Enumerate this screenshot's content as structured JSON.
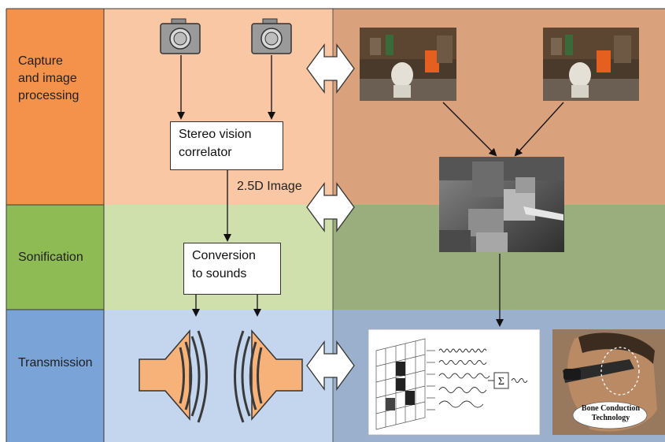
{
  "rows": [
    {
      "label": "Capture\nand image\nprocessing"
    },
    {
      "label": "Sonification"
    },
    {
      "label": "Transmission"
    }
  ],
  "boxes": {
    "correlator": "Stereo vision\ncorrelator",
    "conversion": "Conversion\nto sounds"
  },
  "edge_label": "2.5D Image",
  "bone_caption": "Bone Conduction\nTechnology",
  "sigma": "Σ",
  "colors": {
    "row1_label": "#f4914b",
    "row1_left": "#f9c7a3",
    "row1_right": "#d9a17c",
    "row2_label": "#8fbb54",
    "row2_left": "#cfe0ad",
    "row2_right": "#9aad7c",
    "row3_label": "#7aa3d8",
    "row3_left": "#c3d6ee",
    "row3_right": "#9bb0cd"
  }
}
